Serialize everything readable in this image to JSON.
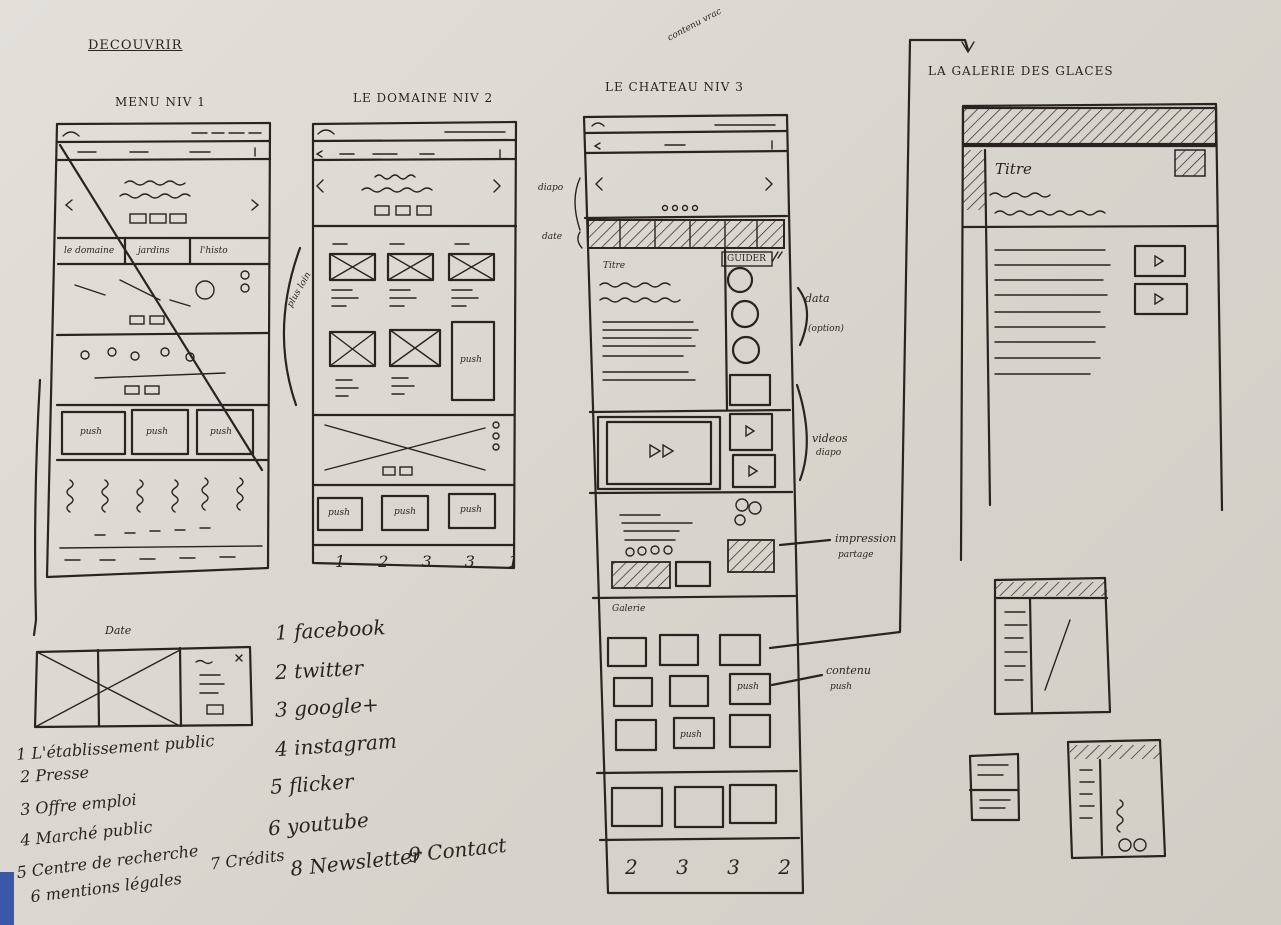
{
  "page": {
    "title": "DECOUVRIR",
    "corner_note": "contenu vrac"
  },
  "screens": {
    "menu": {
      "label": "MENU NIV 1",
      "tabs": [
        "le domaine",
        "jardins",
        "l'histo"
      ],
      "push_labels": [
        "push",
        "push",
        "push"
      ]
    },
    "domaine": {
      "label": "LE DOMAINE NIV 2",
      "push_labels": [
        "push",
        "push",
        "push",
        "push"
      ],
      "footer": "1 2 3 3 1"
    },
    "chateau": {
      "label": "LE CHATEAU NIV 3",
      "side_notes": [
        "diapo",
        "date"
      ],
      "content_title": "Titre",
      "button_label": "GUIDER",
      "galerie_label": "Galerie",
      "push_labels": [
        "push",
        "push"
      ],
      "footer": "2 3 3 2"
    },
    "galerie": {
      "label": "LA GALERIE DES GLACES",
      "title": "Titre"
    }
  },
  "annotations": {
    "plus_loin": "plus loin",
    "data": "data",
    "data_sub": "(option)",
    "videos": "videos",
    "videos_sub": "diapo",
    "impression": "impression",
    "impression_sub": "partage",
    "contenu": "contenu",
    "contenu_sub": "push"
  },
  "footer_detail": {
    "label": "Date"
  },
  "footer_links_left": [
    "1 L'établissement public",
    "2 Presse",
    "3 Offre emploi",
    "4 Marché public",
    "5 Centre de recherche",
    "6 mentions légales"
  ],
  "footer_links_extra": [
    "7 Crédits",
    "8 Newsletter",
    "9 Contact"
  ],
  "social_links": [
    "1 facebook",
    "2 twitter",
    "3 google+",
    "4 instagram",
    "5 flicker",
    "6 youtube"
  ],
  "colors": {
    "paper": "#ddd9d2",
    "ink": "#2b2320",
    "edge": "#3b57a8"
  }
}
